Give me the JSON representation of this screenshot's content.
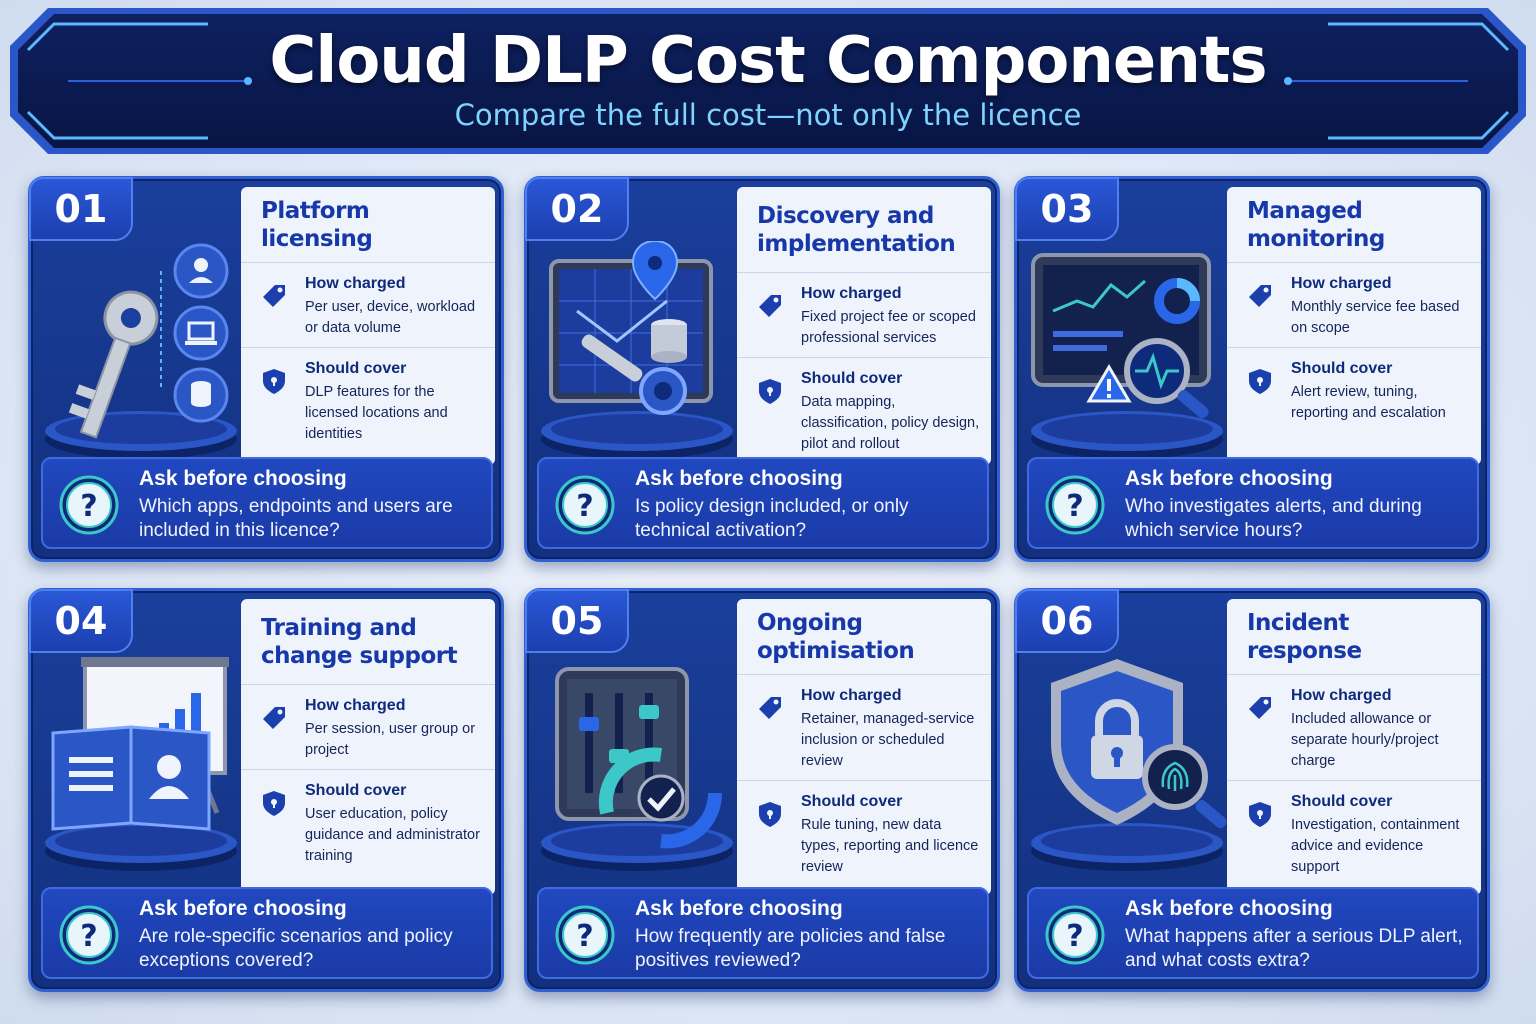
{
  "header": {
    "title": "Cloud DLP Cost Components",
    "subtitle": "Compare the full cost—not only the licence"
  },
  "labels": {
    "how_charged": "How charged",
    "should_cover": "Should cover",
    "ask_before": "Ask before choosing"
  },
  "cards": [
    {
      "number": "01",
      "title": "Platform licensing",
      "how_charged": "Per user, device, workload or data volume",
      "should_cover": "DLP features for the licensed locations and identities",
      "ask": "Which apps, endpoints and users are included in this licence?",
      "illustration": "key-icon"
    },
    {
      "number": "02",
      "title": "Discovery and implementation",
      "how_charged": "Fixed project fee or scoped professional services",
      "should_cover": "Data mapping, classification, policy design, pilot and rollout",
      "ask": "Is policy design included, or only technical activation?",
      "illustration": "blueprint-tools-icon"
    },
    {
      "number": "03",
      "title": "Managed monitoring",
      "how_charged": "Monthly service fee based on scope",
      "should_cover": "Alert review, tuning, reporting and escalation",
      "ask": "Who investigates alerts, and during which service hours?",
      "illustration": "monitor-dashboard-icon"
    },
    {
      "number": "04",
      "title": "Training and change support",
      "how_charged": "Per session, user group or project",
      "should_cover": "User education, policy guidance and administrator training",
      "ask": "Are role-specific scenarios and policy exceptions covered?",
      "illustration": "training-book-icon"
    },
    {
      "number": "05",
      "title": "Ongoing optimisation",
      "how_charged": "Retainer, managed-service inclusion or scheduled review",
      "should_cover": "Rule tuning, new data types, reporting and licence review",
      "ask": "How frequently are policies and false positives reviewed?",
      "illustration": "sliders-cycle-icon"
    },
    {
      "number": "06",
      "title": "Incident response",
      "how_charged": "Included allowance or separate hourly/project charge",
      "should_cover": "Investigation, containment advice and evidence support",
      "ask": "What happens after a serious DLP alert, and what costs extra?",
      "illustration": "shield-lock-icon"
    }
  ],
  "colors": {
    "card_bg": "#1a3f9c",
    "accent": "#2f5fd0",
    "title_text": "#1738a8",
    "subtitle_cyan": "#7fd3ff",
    "question_teal": "#3cc7c9"
  }
}
